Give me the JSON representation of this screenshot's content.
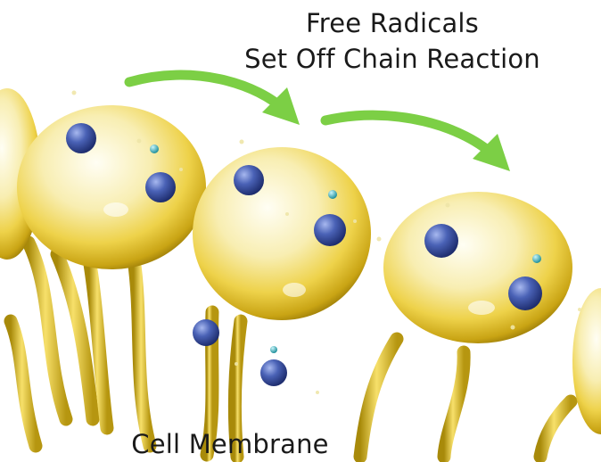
{
  "title": {
    "line1": "Free Radicals",
    "line2": "Set Off Chain Reaction"
  },
  "caption": "Cell Membrane",
  "colors": {
    "arrow": "#7ccf45",
    "lipid_light": "#fffbe6",
    "lipid_mid": "#f4dc59",
    "lipid_dark": "#b9950c",
    "free_radical": "#3e55a8",
    "small_particle": "#3bb8c4"
  }
}
